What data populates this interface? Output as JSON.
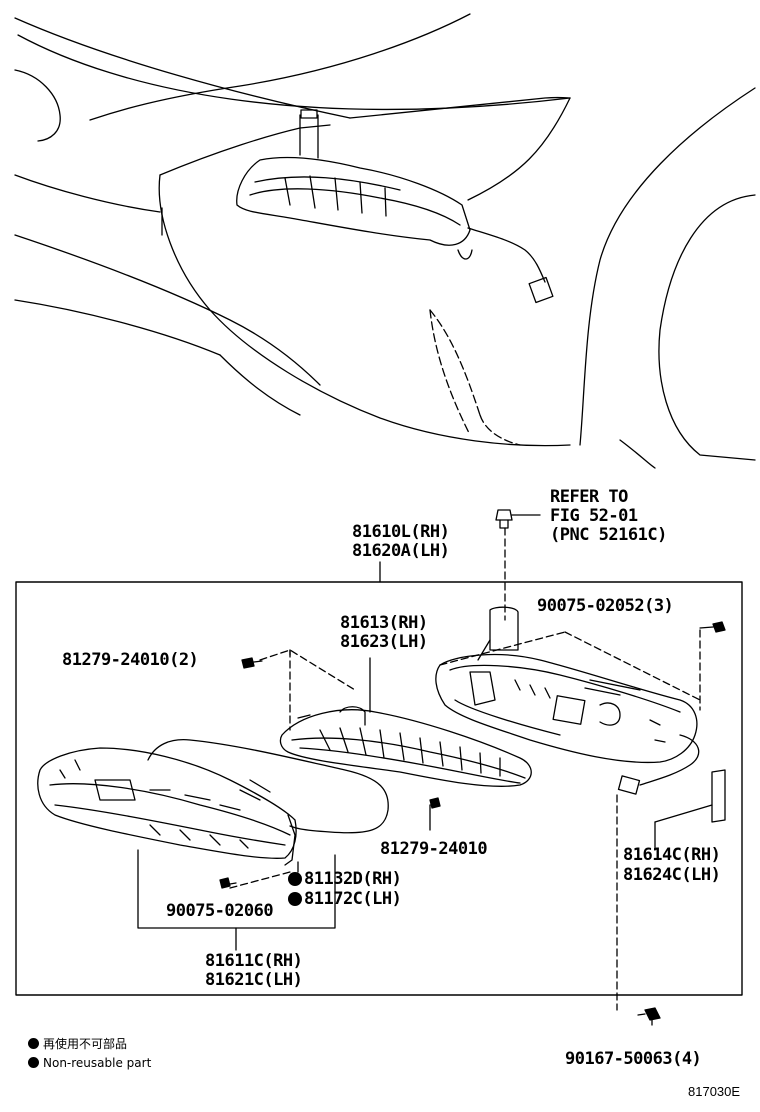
{
  "refer": {
    "line1": "REFER TO",
    "line2": "FIG 52-01",
    "line3": "(PNC 52161C)"
  },
  "parts": {
    "assembly_rh": "81610L(RH)",
    "assembly_lh": "81620A(LH)",
    "screw_3": "90075-02052(3)",
    "inner_rh": "81613(RH)",
    "inner_lh": "81623(LH)",
    "screw_2": "81279-24010(2)",
    "screw_1": "81279-24010",
    "label_rh": "81614C(RH)",
    "label_lh": "81624C(LH)",
    "bulb_rh": "81132D(RH)",
    "bulb_lh": "81172C(LH)",
    "screw_lower": "90075-02060",
    "housing_rh": "81611C(RH)",
    "housing_lh": "81621C(LH)",
    "clip": "90167-50063(4)"
  },
  "legend": {
    "jp": "再使用不可部品",
    "en": "Non-reusable part"
  },
  "figure_code": "817030E",
  "icons": [
    "filled-circle-icon"
  ]
}
